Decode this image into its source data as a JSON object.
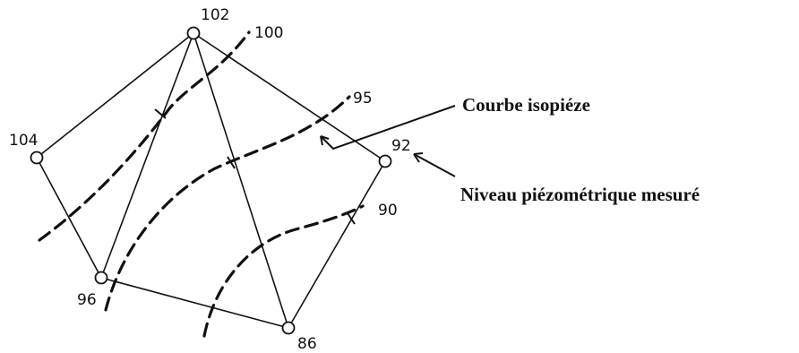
{
  "diagram": {
    "wells": [
      {
        "id": "w102",
        "level": "102"
      },
      {
        "id": "w104",
        "level": "104"
      },
      {
        "id": "w92",
        "level": "92"
      },
      {
        "id": "w96",
        "level": "96"
      },
      {
        "id": "w86",
        "level": "86"
      }
    ],
    "isopiezes": [
      {
        "id": "iso100",
        "value": "100"
      },
      {
        "id": "iso95",
        "value": "95"
      },
      {
        "id": "iso90",
        "value": "90"
      }
    ],
    "annotations": {
      "isopiezic_curve": "Courbe isopiéze",
      "measured_level": "Niveau piézométrique mesuré"
    }
  }
}
